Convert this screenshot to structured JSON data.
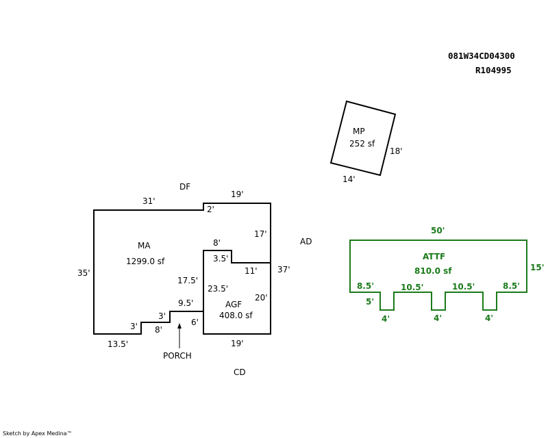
{
  "header": {
    "parcel_id": "081W34CD04300",
    "account": "R104995"
  },
  "compass": {
    "top": "DF",
    "right": "AD",
    "bottom": "CD"
  },
  "mp": {
    "code": "MP",
    "area": "252 sf",
    "dim_side": "18'",
    "dim_bottom": "14'"
  },
  "ma": {
    "code": "MA",
    "area": "1299.0 sf",
    "dims": {
      "top_left": "31'",
      "step_up": "2'",
      "top_right": "19'",
      "right_upper": "17'",
      "left": "35'",
      "notch_top": "8'",
      "notch_drop": "3.5'",
      "notch_right": "11'",
      "inner_left": "17.5'",
      "bottom_left": "13.5'",
      "step_a_vert": "3'",
      "step_a_horiz": "8'",
      "step_b_vert": "3'",
      "step_b_horiz": "9.5'",
      "step_c_vert": "6'",
      "overall_right": "37'"
    }
  },
  "agf": {
    "code": "AGF",
    "area": "408.0 sf",
    "dim_height": "23.5'",
    "dim_right": "20'",
    "dim_bottom": "19'"
  },
  "porch": {
    "label": "PORCH"
  },
  "attf": {
    "code": "ATTF",
    "area": "810.0 sf",
    "dim_top": "50'",
    "dim_right": "15'",
    "seg1": "8.5'",
    "seg2": "10.5'",
    "seg3": "10.5'",
    "seg4": "8.5'",
    "notch_depth": "5'",
    "notch1": "4'",
    "notch2": "4'",
    "notch3": "4'"
  },
  "footer": {
    "credit": "Sketch by Apex Medina™"
  },
  "colors": {
    "outline": "#000000",
    "attf": "#1a7a1a"
  }
}
